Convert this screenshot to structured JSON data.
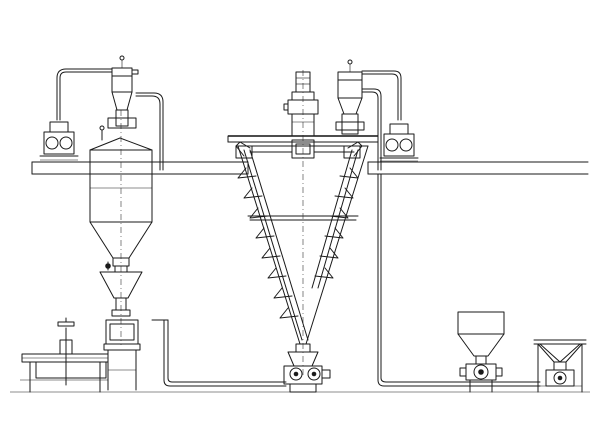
{
  "diagram": {
    "type": "process-flow-schematic",
    "components": [
      {
        "id": "storage-silo-left",
        "kind": "silo with conical hopper"
      },
      {
        "id": "vacuum-conveyor-left",
        "kind": "cyclone vacuum receiver"
      },
      {
        "id": "vacuum-pump-left",
        "kind": "blower / vacuum pump"
      },
      {
        "id": "conical-screw-mixer",
        "kind": "double cone screw mixer"
      },
      {
        "id": "mixer-drive-motor",
        "kind": "gear motor"
      },
      {
        "id": "vacuum-conveyor-right",
        "kind": "cyclone vacuum receiver"
      },
      {
        "id": "vacuum-pump-right",
        "kind": "blower / vacuum pump"
      },
      {
        "id": "bag-discharge-station",
        "kind": "bag dumping station with roller conveyor"
      },
      {
        "id": "feed-hopper-small",
        "kind": "feed hopper with rotary valve"
      },
      {
        "id": "discharge-hopper-right",
        "kind": "discharge hopper with valve"
      }
    ],
    "connections": [
      {
        "from": "vacuum-conveyor-left",
        "to": "storage-silo-left",
        "kind": "conveying line"
      },
      {
        "from": "storage-silo-left",
        "to": "conical-screw-mixer",
        "kind": "conveying line"
      },
      {
        "from": "conical-screw-mixer",
        "to": "feed-hopper-small",
        "kind": "conveying line"
      },
      {
        "from": "vacuum-conveyor-right",
        "to": "conical-screw-mixer",
        "kind": "conveying line"
      }
    ]
  }
}
